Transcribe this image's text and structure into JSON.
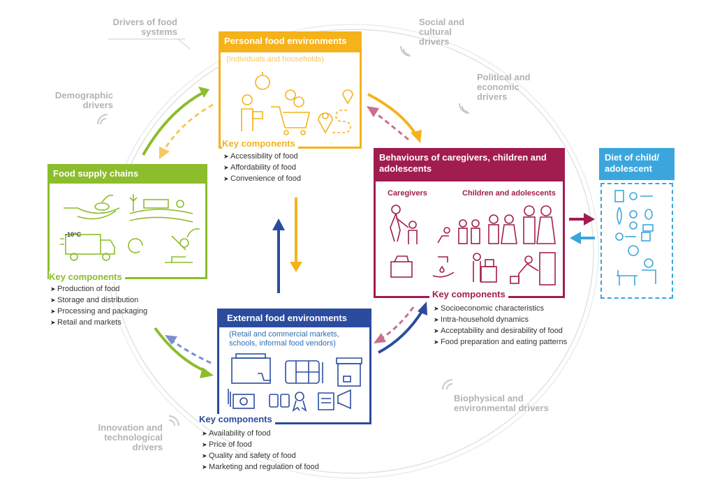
{
  "drivers": {
    "food_systems": "Drivers of food systems",
    "social": "Social and cultural drivers",
    "political": "Political and economic drivers",
    "demographic": "Demographic drivers",
    "biophysical": "Biophysical and environmental drivers",
    "innovation": "Innovation and technological drivers"
  },
  "personal": {
    "title": "Personal food environments",
    "subtitle": "(Individuals and households)",
    "key_label": "Key components",
    "items": [
      "Accessibility of food",
      "Affordability of food",
      "Convenience of food"
    ],
    "color": "#f5b21a"
  },
  "behaviours": {
    "title": "Behaviours of caregivers, children and adolescents",
    "caregivers": "Caregivers",
    "children": "Children and adolescents",
    "key_label": "Key components",
    "items": [
      "Socioeconomic characteristics",
      "Intra-household dynamics",
      "Acceptability and desirability of food",
      "Food preparation and eating patterns"
    ],
    "color": "#a11d4f"
  },
  "diet": {
    "title": "Diet of child/ adolescent",
    "color": "#3aa6dd"
  },
  "supply": {
    "title": "Food supply chains",
    "truck_label": "-10°C",
    "key_label": "Key components",
    "items": [
      "Production of food",
      "Storage and distribution",
      "Processing and packaging",
      "Retail and markets"
    ],
    "color": "#8cbd2c"
  },
  "external": {
    "title": "External food environments",
    "subtitle": "(Retail and commercial markets, schools, informal food vendors)",
    "key_label": "Key components",
    "items": [
      "Availability of food",
      "Price of food",
      "Quality and safety of food",
      "Marketing and regulation of food"
    ],
    "color": "#2b4c9e"
  }
}
